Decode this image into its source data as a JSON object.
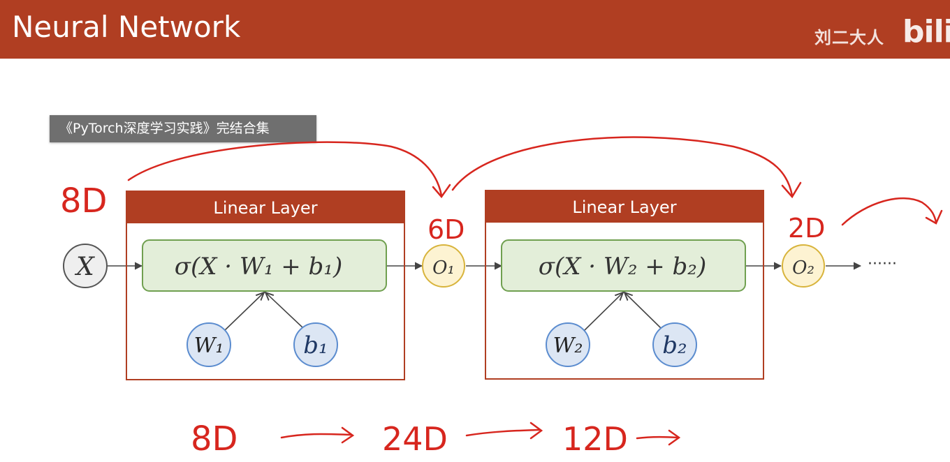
{
  "header": {
    "title": "Neural Network",
    "watermark": "刘二大人",
    "brand": "bilib"
  },
  "caption": "《PyTorch深度学习实践》完结合集",
  "diagram": {
    "input": "X",
    "layers": [
      {
        "label": "Linear Layer",
        "formula": "σ(X · W₁ + b₁)",
        "weight": "W₁",
        "bias": "b₁",
        "output": "O₁"
      },
      {
        "label": "Linear Layer",
        "formula": "σ(X · W₂ + b₂)",
        "weight": "W₂",
        "bias": "b₂",
        "output": "O₂"
      }
    ],
    "ellipsis": "······",
    "colors": {
      "layer_header": "#b03e22",
      "formula_fill": "#e3eed9",
      "formula_border": "#70a050",
      "param_fill": "#dce6f4",
      "param_border": "#5b8ccf",
      "output_fill": "#fdf3d2",
      "output_border": "#d8b43c",
      "input_fill": "#efefef",
      "annotation": "#d7261e"
    }
  },
  "annotations": {
    "input_dim": "8D",
    "o1_dim": "6D",
    "o2_dim": "2D",
    "bottom": [
      "8D",
      "24D",
      "12D"
    ]
  }
}
